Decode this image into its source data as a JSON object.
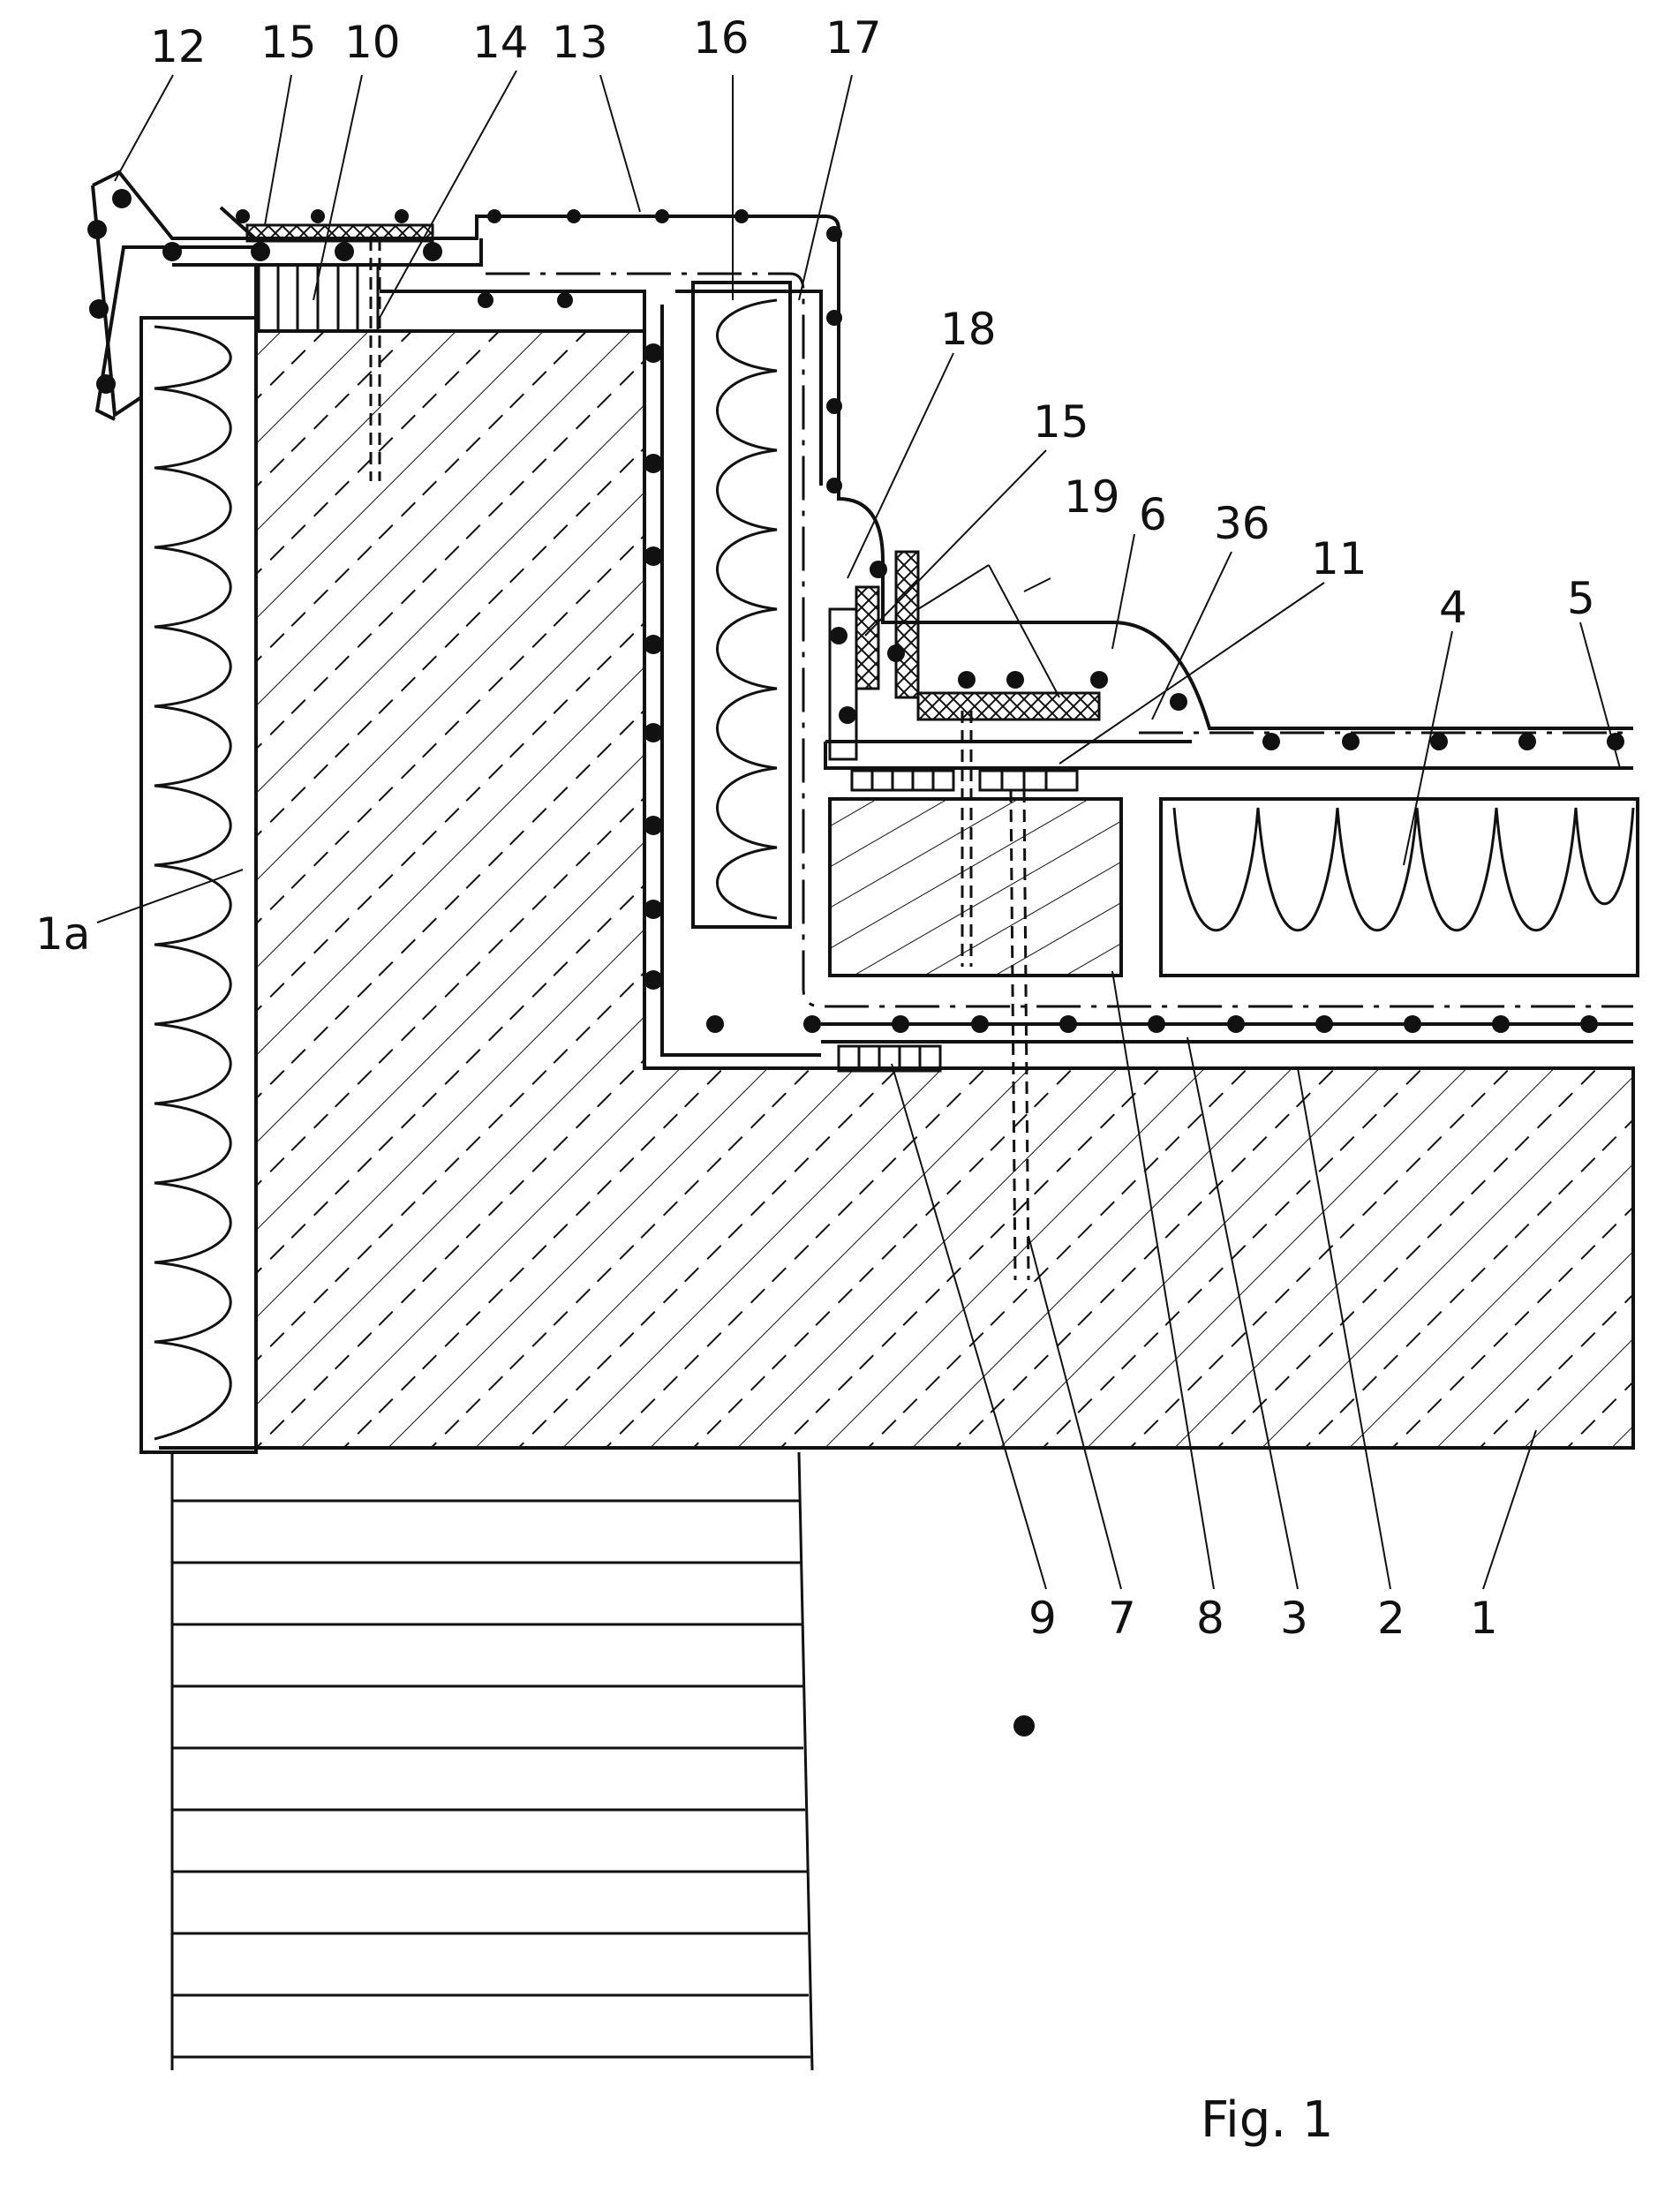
{
  "figure": {
    "caption": "Fig. 1",
    "labels": {
      "l12": "12",
      "l15a": "15",
      "l10": "10",
      "l14": "14",
      "l13": "13",
      "l16": "16",
      "l17": "17",
      "l18": "18",
      "l15b": "15",
      "l19": "19",
      "l6": "6",
      "l36": "36",
      "l11": "11",
      "l4": "4",
      "l5": "5",
      "l1a": "1a",
      "l9": "9",
      "l7": "7",
      "l8": "8",
      "l3": "3",
      "l2": "2",
      "l1": "1"
    }
  },
  "colors": {
    "ink": "#111111",
    "paper": "#ffffff"
  }
}
